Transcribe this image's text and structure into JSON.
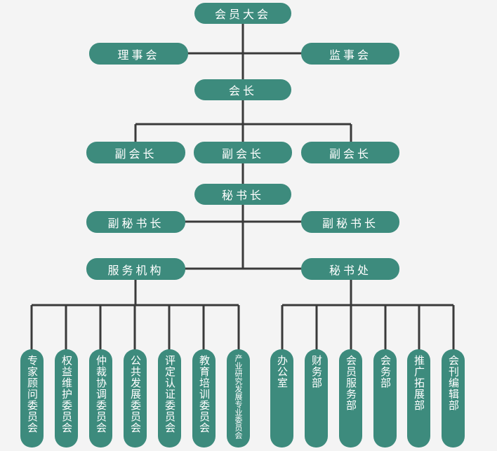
{
  "org_chart": {
    "assembly": "会员大会",
    "council": "理事会",
    "supervisory_board": "监事会",
    "president": "会长",
    "vice_presidents": [
      "副会长",
      "副会长",
      "副会长"
    ],
    "secretary_general": "秘书长",
    "deputy_secretaries": [
      "副秘书长",
      "副秘书长"
    ],
    "service_bodies": "服务机构",
    "secretariat": "秘书处",
    "committees": [
      "专家顾问委员会",
      "权益维护委员会",
      "仲裁协调委员会",
      "公共发展委员会",
      "评定认证委员会",
      "教育培训委员会",
      "产业研究发展专业委员会"
    ],
    "departments": [
      "办公室",
      "财务部",
      "会员服务部",
      "会务部",
      "推广拓展部",
      "会刊编辑部"
    ],
    "colors": {
      "node": "#3d8b7d",
      "line": "#3a3a3a",
      "background": "#f4f4f4"
    }
  }
}
